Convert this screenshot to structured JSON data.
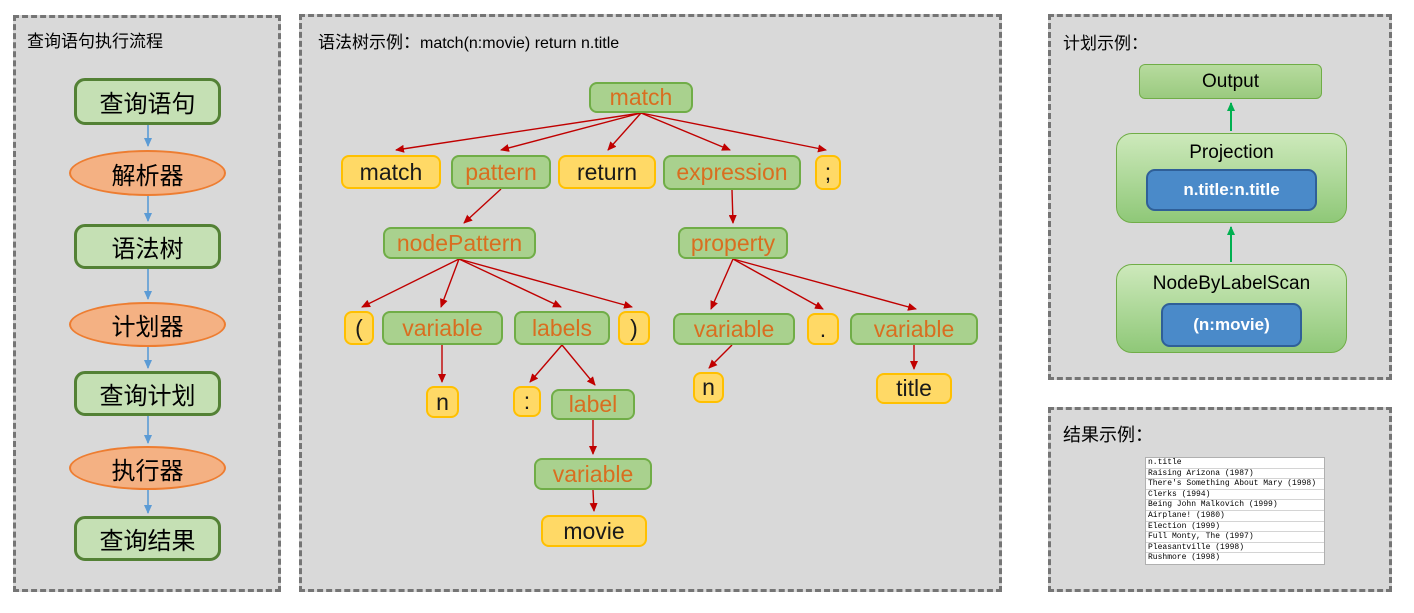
{
  "flow": {
    "title": "查询语句执行流程",
    "steps": [
      {
        "label": "查询语句",
        "shape": "box"
      },
      {
        "label": "解析器",
        "shape": "ellipse"
      },
      {
        "label": "语法树",
        "shape": "box"
      },
      {
        "label": "计划器",
        "shape": "ellipse"
      },
      {
        "label": "查询计划",
        "shape": "box"
      },
      {
        "label": "执行器",
        "shape": "ellipse"
      },
      {
        "label": "查询结果",
        "shape": "box"
      }
    ]
  },
  "syntax_tree": {
    "title_label": "语法树示例：",
    "title_query": "match(n:movie) return n.title",
    "nodes": {
      "match_root": "match",
      "match_kw": "match",
      "pattern": "pattern",
      "return_kw": "return",
      "expression": "expression",
      "semicolon": ";",
      "nodePattern": "nodePattern",
      "property": "property",
      "lparen": "(",
      "variable": "variable",
      "labels": "labels",
      "rparen": ")",
      "n": "n",
      "colon": ":",
      "label": "label",
      "movie": "movie",
      "dot": ".",
      "title": "title"
    }
  },
  "plan": {
    "title": "计划示例：",
    "output_label": "Output",
    "projection_label": "Projection",
    "projection_expr": "n.title:n.title",
    "scan_label": "NodeByLabelScan",
    "scan_expr": "(n:movie)"
  },
  "result": {
    "title": "结果示例：",
    "rows": [
      "n.title",
      "Raising Arizona (1987)",
      "There's Something About Mary (1998)",
      "Clerks (1994)",
      "Being John Malkovich (1999)",
      "Airplane! (1980)",
      "Election (1999)",
      "Full Monty, The (1997)",
      "Pleasantville (1998)",
      "Rushmore (1998)"
    ]
  },
  "colors": {
    "panel_bg": "#d9d9d9",
    "dash_border": "#757575",
    "tree_green_fill": "#a9d18e",
    "tree_green_border": "#70ad47",
    "flow_green_fill": "#c5e0b4",
    "flow_green_border": "#538135",
    "yellow_fill": "#ffd966",
    "yellow_border": "#ffc000",
    "ellipse_fill": "#f4b183",
    "ellipse_border": "#ed7d31",
    "nonterminal_text": "#d96e20",
    "red_arrow": "#c00000",
    "blue_arrow": "#5b9bd5",
    "green_arrow": "#00b050",
    "blue_box_fill": "#4a8ac9",
    "blue_box_border": "#2f5f98"
  }
}
